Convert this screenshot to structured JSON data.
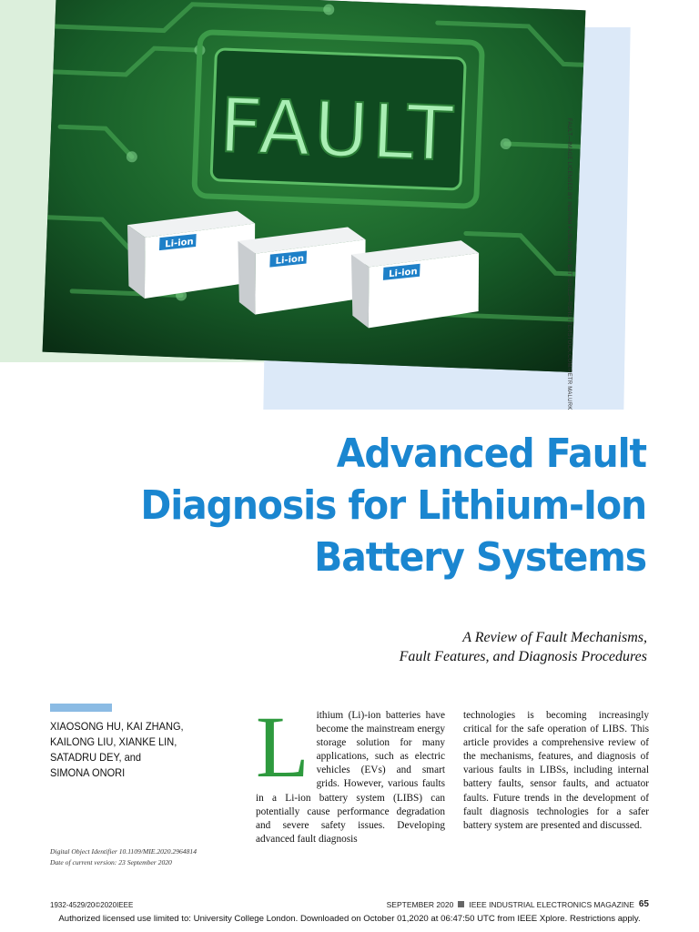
{
  "image": {
    "banner_text": "FAULT",
    "battery_label": "Li-ion",
    "credit": "FAULT—IMAGE LICENSED BY INGRAM PUBLISHING, BATTERIES—©SHUTTERSTOCK.COM/PETR MALURK"
  },
  "article": {
    "title_lines": [
      "Advanced Fault",
      "Diagnosis for Lithium-Ion",
      "Battery Systems"
    ],
    "subtitle_lines": [
      "A Review of Fault Mechanisms,",
      "Fault Features, and Diagnosis Procedures"
    ],
    "authors_lines": [
      "XIAOSONG HU, KAI ZHANG,",
      "KAILONG LIU, XIANKE LIN,",
      "SATADRU DEY, and",
      "SIMONA ONORI"
    ],
    "doi": "Digital Object Identifier 10.1109/MIE.2020.2964814",
    "date": "Date of current version: 23 September 2020",
    "dropcap": "L",
    "col1_text": "ithium (Li)-ion batteries have become the mainstream energy storage solution for many applications, such as electric vehicles (EVs) and smart grids. However, various faults in a Li-ion battery system (LIBS) can potentially cause performance degradation and severe safety issues. Developing advanced fault diagnosis",
    "col2_text": "technologies is becoming increasingly critical for the safe operation of LIBS. This article provides a comprehensive review of the mechanisms, features, and diagnosis of various faults in LIBSs, including internal battery faults, sensor faults, and actuator faults. Future trends in the development of fault diagnosis technologies for a safer battery system are presented and discussed."
  },
  "footer": {
    "issn": "1932-4529/20©2020IEEE",
    "issue": "SEPTEMBER 2020",
    "magazine": "IEEE INDUSTRIAL ELECTRONICS MAGAZINE",
    "page": "65",
    "license": "Authorized licensed use limited to: University College London. Downloaded on October 01,2020 at 06:47:50 UTC from IEEE Xplore.  Restrictions apply."
  }
}
